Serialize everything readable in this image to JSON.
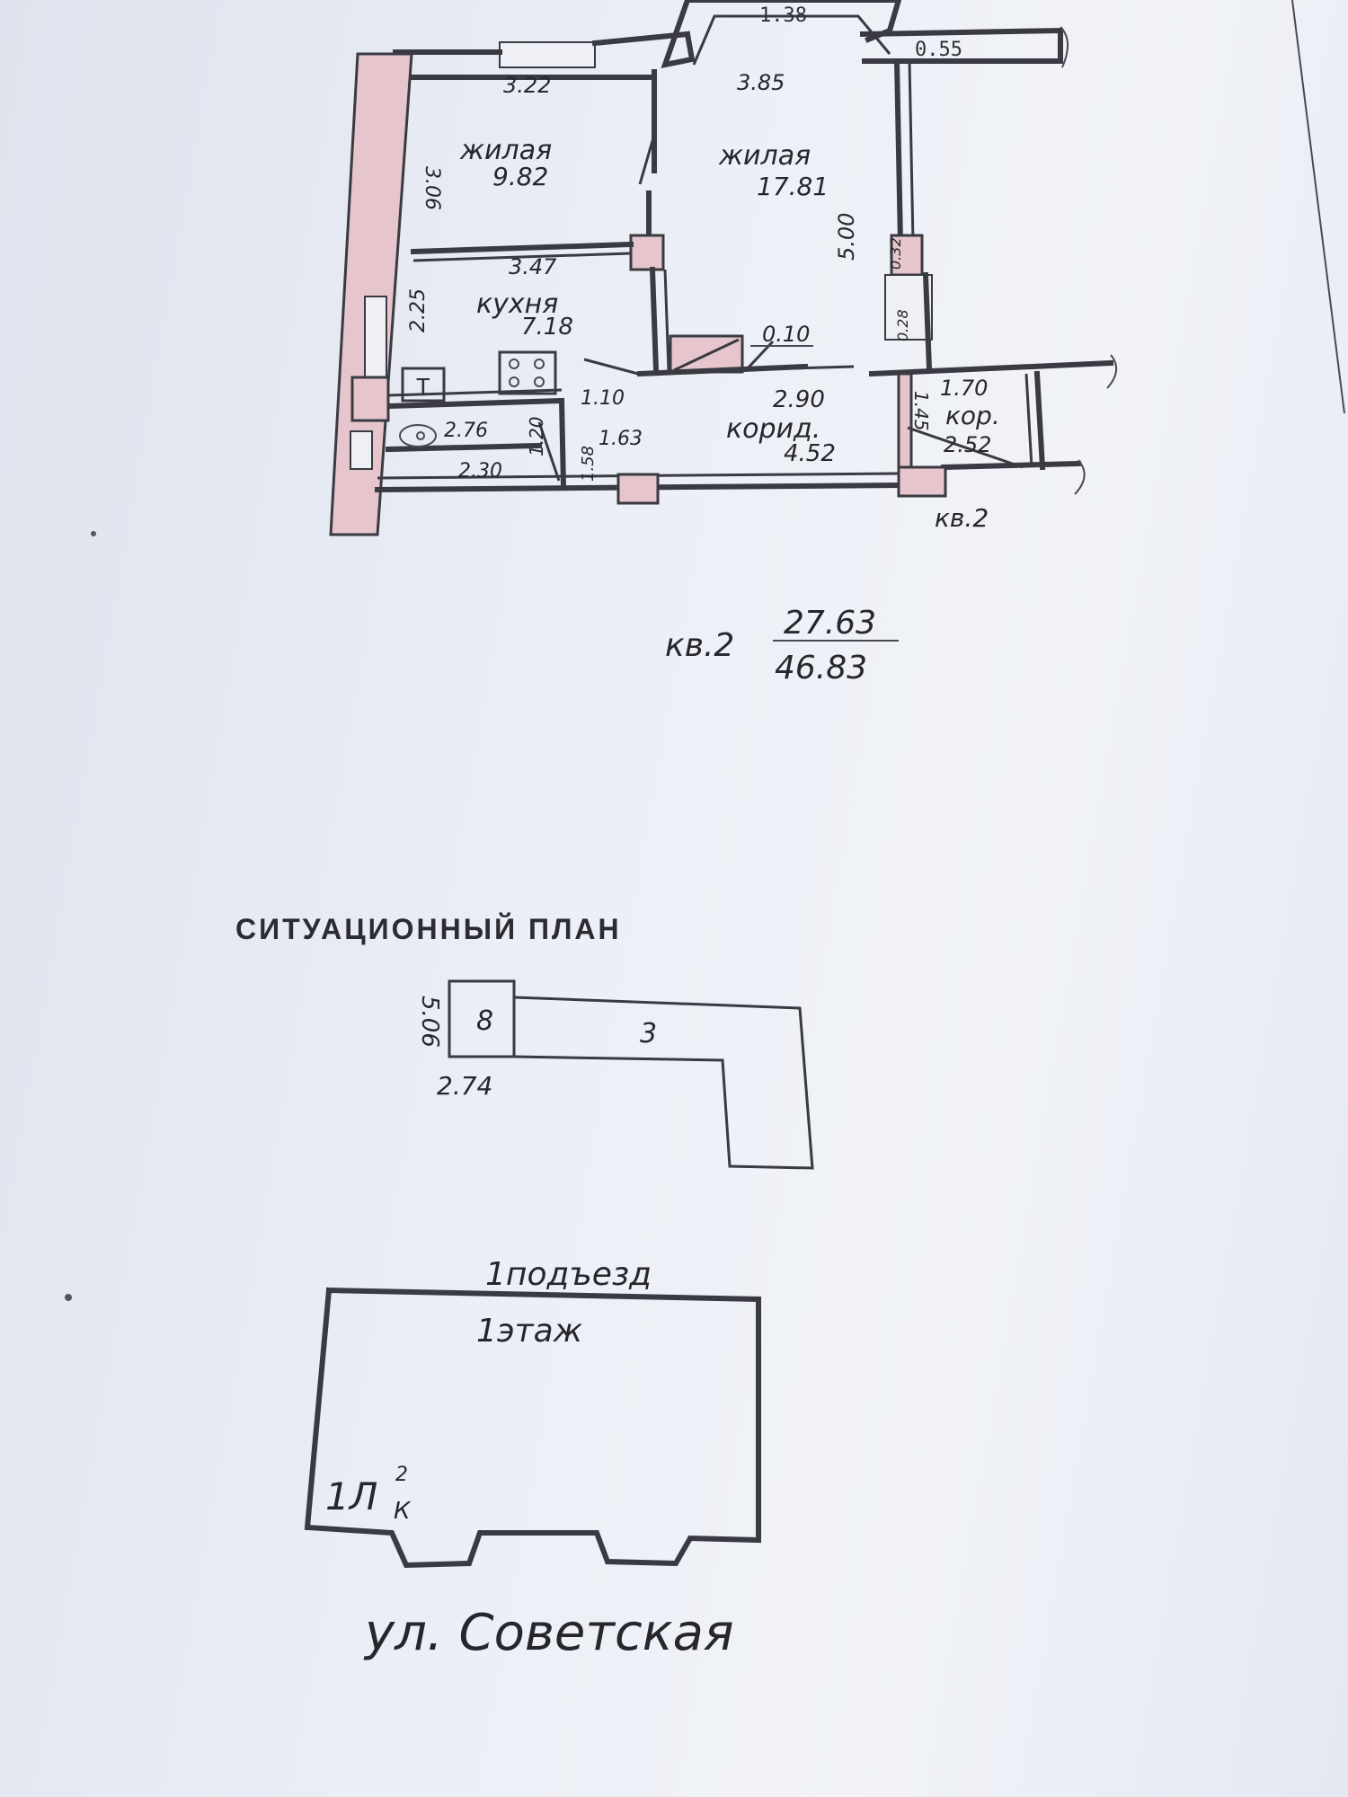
{
  "floor_plan": {
    "rooms": [
      {
        "name": "жилая",
        "area": "9.82",
        "width": "3.22",
        "depth": "3.06"
      },
      {
        "name": "жилая",
        "area": "17.81",
        "width": "3.85",
        "depth": "5.00"
      },
      {
        "name": "кухня",
        "area": "7.18",
        "width": "3.47",
        "depth": "2.25"
      },
      {
        "name": "корид.",
        "area": "4.52",
        "width": "2.90"
      },
      {
        "name": "кор.",
        "area": "2.52",
        "width": "1.70",
        "depth": "1.45"
      }
    ],
    "dimensions": [
      "1.38",
      "0.55",
      "0.10",
      "0.32",
      "0.28",
      "1.10",
      "2.76",
      "1.20",
      "2.30",
      "1.63",
      "1.58"
    ],
    "flat_label": "кв.2",
    "summary": {
      "label": "кв.2",
      "living": "27.63",
      "total": "46.83"
    }
  },
  "situational_plan": {
    "title": "СИТУАЦИОННЫЙ ПЛАН",
    "block_small": "8",
    "block_large": "3",
    "dim_vertical": "5.06",
    "dim_horizontal": "2.74"
  },
  "building": {
    "entrance": "1подъезд",
    "floor": "1этаж",
    "flat_marker": {
      "main": "1Л",
      "top": "2",
      "bottom": "К"
    },
    "street": "ул. Советская"
  }
}
